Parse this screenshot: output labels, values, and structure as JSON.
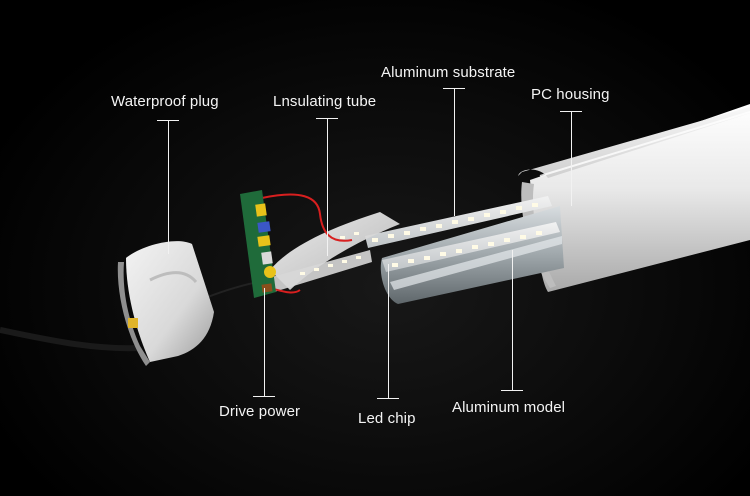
{
  "figure": {
    "labels": {
      "aluminum_substrate": "Aluminum substrate",
      "pc_housing": "PC housing",
      "waterproof_plug": "Waterproof plug",
      "insulating_tube": "Lnsulating tube",
      "drive_power": "Drive power",
      "led_chip": "Led chip",
      "aluminum_model": "Aluminum model"
    },
    "colors": {
      "background": "#000000",
      "label_text": "#f4f4f4",
      "led_chip": "#fffbe6",
      "pcb": "#1f6b3a",
      "wire": "#d81f1f"
    }
  }
}
